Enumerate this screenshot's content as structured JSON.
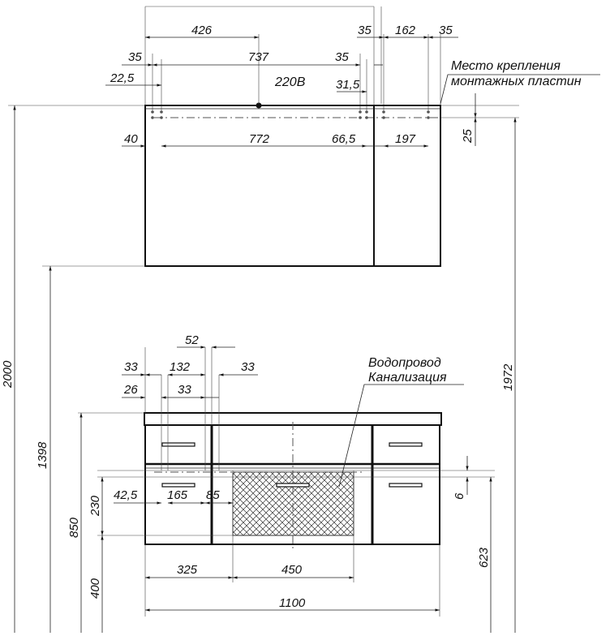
{
  "wall_cabinet": {
    "dims": {
      "d426": "426",
      "d35_left": "35",
      "d737": "737",
      "d35_mid": "35",
      "d22_5": "22,5",
      "d31_5": "31,5",
      "d35_right_a": "35",
      "d162": "162",
      "d35_right_b": "35",
      "d40": "40",
      "d772": "772",
      "d66_5": "66,5",
      "d197": "197",
      "d25": "25"
    },
    "power_label": "220В",
    "mount_note_line1": "Место крепления",
    "mount_note_line2": "монтажных пластин"
  },
  "vanity": {
    "dims": {
      "d52": "52",
      "d33_a": "33",
      "d132": "132",
      "d33_b": "33",
      "d26": "26",
      "d33_c": "33",
      "d42_5": "42,5",
      "d165": "165",
      "d85": "85",
      "d230": "230",
      "d6": "6",
      "d325": "325",
      "d450": "450",
      "d1100": "1100"
    },
    "utility_note_line1": "Водопровод",
    "utility_note_line2": "Канализация"
  },
  "heights": {
    "h2000": "2000",
    "h1398": "1398",
    "h850": "850",
    "h400": "400",
    "h1972": "1972",
    "h623": "623"
  },
  "colors": {
    "line": "#111111",
    "background": "#ffffff",
    "hatch": "#333333"
  }
}
